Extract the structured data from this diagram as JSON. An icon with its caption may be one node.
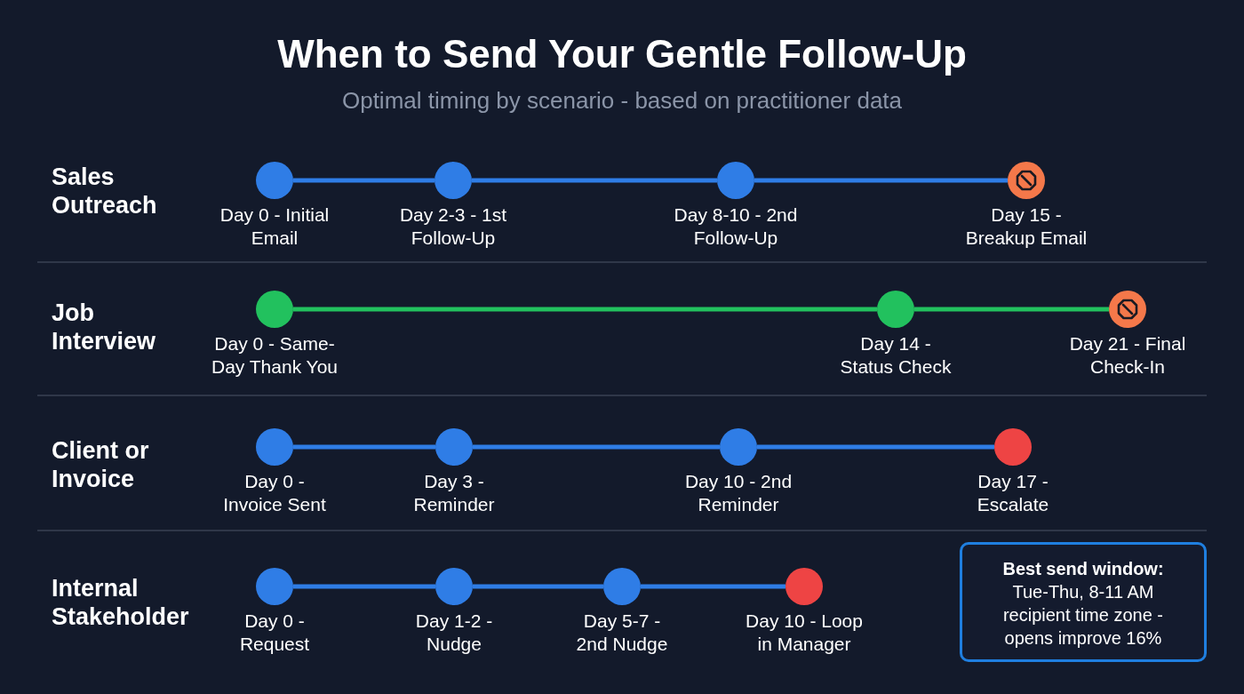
{
  "diagram": {
    "title": "When to Send Your Gentle Follow-Up",
    "nodes": [
      {
        "text": [
          "Day 0 - Initial Email"
        ]
      },
      {
        "text": [
          "Day 2-3 - 1st Follow-Up"
        ]
      },
      {
        "text": [
          "Day 8-10 - 2nd Follow-Up"
        ]
      },
      {
        "text": [
          "Day 15 - Breakup Email"
        ]
      },
      {
        "text": [
          "Day 0 - Same-Day Thank You"
        ]
      },
      {
        "text": [
          "Day 14 - Status Check"
        ]
      },
      {
        "text": [
          "Day 21 - Final Check-In"
        ]
      },
      {
        "text": [
          "Day 0 - Invoice Sent"
        ]
      },
      {
        "text": [
          "Day 3 - Reminder"
        ]
      },
      {
        "text": [
          "Day 10 - 2nd Reminder"
        ]
      },
      {
        "text": [
          "Day 17 - Escalate"
        ]
      },
      {
        "text": [
          "Day 0 - Request"
        ]
      },
      {
        "text": [
          "Day 1-2 - Nudge"
        ]
      },
      {
        "text": [
          "Day 5-7 - 2nd Nudge"
        ]
      },
      {
        "text": [
          "Day 10 - Loop in Manager"
        ]
      },
      {
        "text": [
          "Best send window:",
          "Tue-Thu, 8-11 AM recipient time zone - opens improve 16%"
        ]
      }
    ],
    "edges": [
      {
        "from": 0,
        "to": 1,
        "arrow": "none"
      },
      {
        "from": 1,
        "to": 2,
        "arrow": "none"
      },
      {
        "from": 2,
        "to": 3,
        "arrow": "none"
      },
      {
        "from": 4,
        "to": 5,
        "arrow": "none",
        "color": "#22c15e"
      },
      {
        "from": 5,
        "to": 6,
        "arrow": "none",
        "color": "#22c15e"
      },
      {
        "from": 7,
        "to": 8,
        "arrow": "none"
      },
      {
        "from": 8,
        "to": 9,
        "arrow": "none"
      },
      {
        "from": 9,
        "to": 10,
        "arrow": "none"
      },
      {
        "from": 11,
        "to": 12,
        "arrow": "none"
      },
      {
        "from": 12,
        "to": 13,
        "arrow": "none"
      },
      {
        "from": 13,
        "to": 14,
        "arrow": "none"
      }
    ],
    "labels": [
      "Optimal timing by scenario - based on practitioner data",
      "Sales Outreach",
      "Job Interview",
      "Client or Invoice",
      "Internal Stakeholder"
    ]
  }
}
